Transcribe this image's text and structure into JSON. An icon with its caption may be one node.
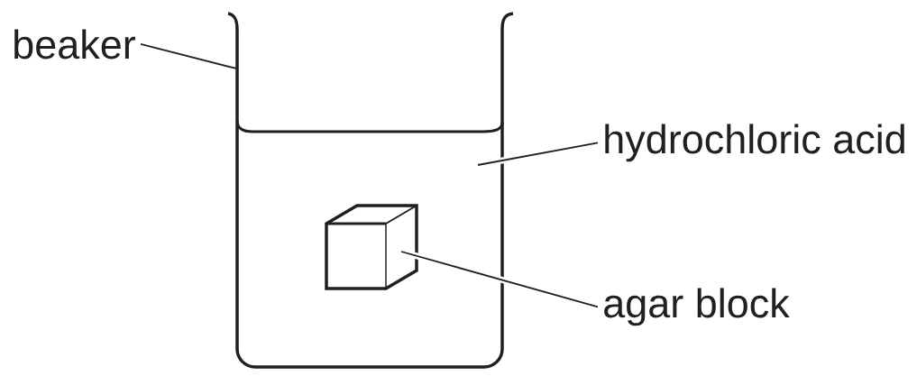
{
  "diagram": {
    "nodes": [
      {
        "text": [
          "beaker"
        ]
      },
      {
        "text": [],
        "shape": "beaker"
      },
      {
        "text": [
          "hydrochloric acid"
        ]
      },
      {
        "text": [
          "agar block"
        ]
      },
      {
        "text": [],
        "shape": "cube",
        "in": 1
      }
    ],
    "edges": [
      {
        "from": 0,
        "to": 1,
        "arrow": "none"
      },
      {
        "from": 2,
        "to": null,
        "arrow": "none"
      },
      {
        "from": 3,
        "to": 4,
        "arrow": "none"
      }
    ]
  }
}
